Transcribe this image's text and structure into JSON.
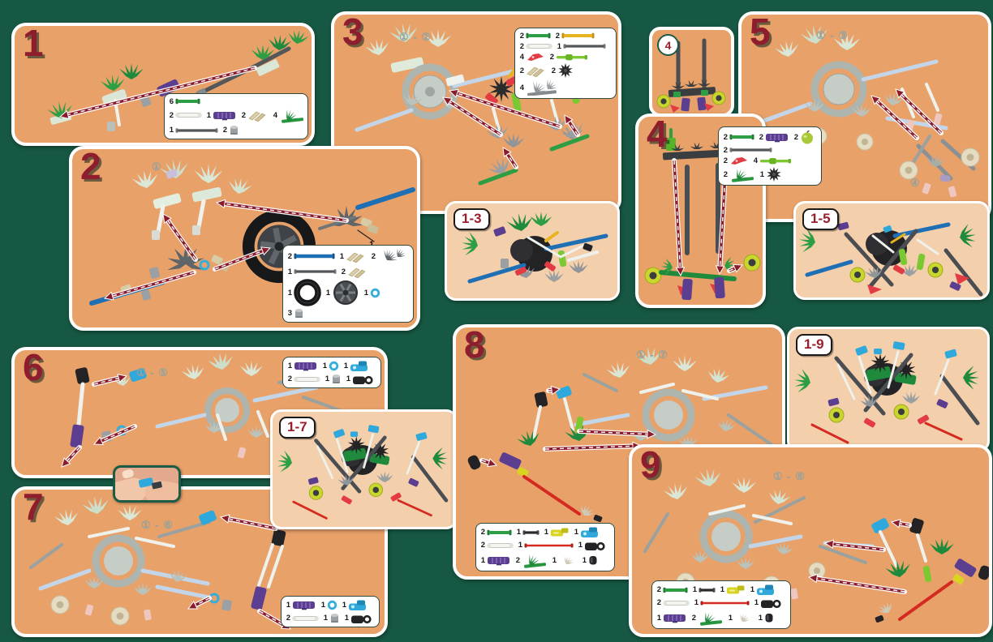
{
  "colors": {
    "background": "#165843",
    "panel_tan": "#E8A169",
    "panel_light": "#F4CFAB",
    "step_number_red": "#8E1D2E",
    "arrow_red": "#8B1A2B",
    "chip_text_red": "#9A1F2D"
  },
  "panels": {
    "p1": {
      "step": "1",
      "parts_rows": [
        [
          {
            "qty": "6",
            "part": "green-rod"
          }
        ],
        [
          {
            "qty": "2",
            "part": "white-rod"
          },
          {
            "qty": "1",
            "part": "purple-connector"
          },
          {
            "qty": "2",
            "part": "tan-clip"
          },
          {
            "qty": "4",
            "part": "green-fan"
          }
        ],
        [
          {
            "qty": "1",
            "part": "gray-rod"
          },
          {
            "qty": "2",
            "part": "gray-cap"
          }
        ]
      ]
    },
    "p2": {
      "step": "2",
      "badge": "①",
      "callout": "1",
      "parts_rows": [
        [
          {
            "qty": "2",
            "part": "blue-rod"
          },
          {
            "qty": "1",
            "part": "tan-clip"
          },
          {
            "qty": "2",
            "part": "dark-fan"
          }
        ],
        [
          {
            "qty": "1",
            "part": "gray-rod"
          },
          {
            "qty": "2",
            "part": "tan-clip"
          }
        ],
        [
          {
            "qty": "1",
            "part": "tire"
          },
          {
            "qty": "1",
            "part": "wheel-hub"
          },
          {
            "qty": "1",
            "part": "blue-spacer"
          }
        ],
        [
          {
            "qty": "3",
            "part": "gray-cap"
          }
        ]
      ]
    },
    "p3": {
      "step": "3",
      "badge": "① - ②",
      "parts_rows": [
        [
          {
            "qty": "2",
            "part": "green-rod"
          },
          {
            "qty": "2",
            "part": "yellow-rod"
          }
        ],
        [
          {
            "qty": "2",
            "part": "white-rod"
          },
          {
            "qty": "1",
            "part": "gray-rod"
          }
        ],
        [
          {
            "qty": "4",
            "part": "red-connector"
          },
          {
            "qty": "2",
            "part": "green-connector"
          }
        ],
        [
          {
            "qty": "2",
            "part": "tan-clip"
          },
          {
            "qty": "2",
            "part": "black-gear"
          }
        ],
        [
          {
            "qty": "4",
            "part": "gray-fan"
          }
        ]
      ]
    },
    "r13": {
      "label": "1-3"
    },
    "p4s": {
      "label": "4"
    },
    "p4": {
      "step": "4",
      "parts_rows": [
        [
          {
            "qty": "2",
            "part": "green-rod"
          },
          {
            "qty": "2",
            "part": "purple-connector"
          },
          {
            "qty": "2",
            "part": "apple"
          }
        ],
        [
          {
            "qty": "2",
            "part": "gray-rod"
          }
        ],
        [
          {
            "qty": "2",
            "part": "red-connector"
          },
          {
            "qty": "4",
            "part": "green-connector"
          }
        ],
        [
          {
            "qty": "2",
            "part": "green-fan"
          },
          {
            "qty": "1",
            "part": "black-gear"
          }
        ]
      ]
    },
    "p5": {
      "step": "5",
      "badge": "① - ③",
      "sub_badge": "④"
    },
    "r15": {
      "label": "1-5"
    },
    "p6": {
      "step": "6",
      "badge": "① - ⑤",
      "parts_rows": [
        [
          {
            "qty": "1",
            "part": "purple-connector"
          },
          {
            "qty": "1",
            "part": "blue-spacer"
          },
          {
            "qty": "1",
            "part": "blue-clip"
          }
        ],
        [
          {
            "qty": "2",
            "part": "white-rod"
          },
          {
            "qty": "1",
            "part": "gray-cap"
          },
          {
            "qty": "1",
            "part": "black-clip"
          }
        ]
      ]
    },
    "r17": {
      "label": "1-7"
    },
    "p7": {
      "step": "7",
      "badge": "① - ⑥",
      "parts_rows": [
        [
          {
            "qty": "1",
            "part": "purple-connector"
          },
          {
            "qty": "1",
            "part": "blue-spacer"
          },
          {
            "qty": "1",
            "part": "blue-clip"
          }
        ],
        [
          {
            "qty": "2",
            "part": "white-rod"
          },
          {
            "qty": "1",
            "part": "gray-cap"
          },
          {
            "qty": "1",
            "part": "black-clip"
          }
        ]
      ]
    },
    "p8": {
      "step": "8",
      "badge": "① - ⑦",
      "parts_rows": [
        [
          {
            "qty": "2",
            "part": "green-rod"
          },
          {
            "qty": "1",
            "part": "black-rod"
          },
          {
            "qty": "1",
            "part": "yellow-connector"
          },
          {
            "qty": "1",
            "part": "blue-clip"
          }
        ],
        [
          {
            "qty": "2",
            "part": "white-rod"
          },
          {
            "qty": "1",
            "part": "red-rod"
          },
          {
            "qty": "1",
            "part": "black-clip"
          }
        ],
        [
          {
            "qty": "1",
            "part": "purple-connector"
          },
          {
            "qty": "2",
            "part": "green-fan"
          },
          {
            "qty": "1",
            "part": "tan-fan"
          },
          {
            "qty": "1",
            "part": "black-cap"
          }
        ]
      ]
    },
    "r19": {
      "label": "1-9"
    },
    "p9": {
      "step": "9",
      "badge": "① - ⑧",
      "parts_rows": [
        [
          {
            "qty": "2",
            "part": "green-rod"
          },
          {
            "qty": "1",
            "part": "black-rod"
          },
          {
            "qty": "1",
            "part": "yellow-connector"
          },
          {
            "qty": "1",
            "part": "blue-clip"
          }
        ],
        [
          {
            "qty": "2",
            "part": "white-rod"
          },
          {
            "qty": "1",
            "part": "red-rod"
          },
          {
            "qty": "1",
            "part": "black-clip"
          }
        ],
        [
          {
            "qty": "1",
            "part": "purple-connector"
          },
          {
            "qty": "2",
            "part": "green-fan"
          },
          {
            "qty": "1",
            "part": "tan-fan"
          },
          {
            "qty": "1",
            "part": "black-cap"
          }
        ]
      ]
    }
  }
}
